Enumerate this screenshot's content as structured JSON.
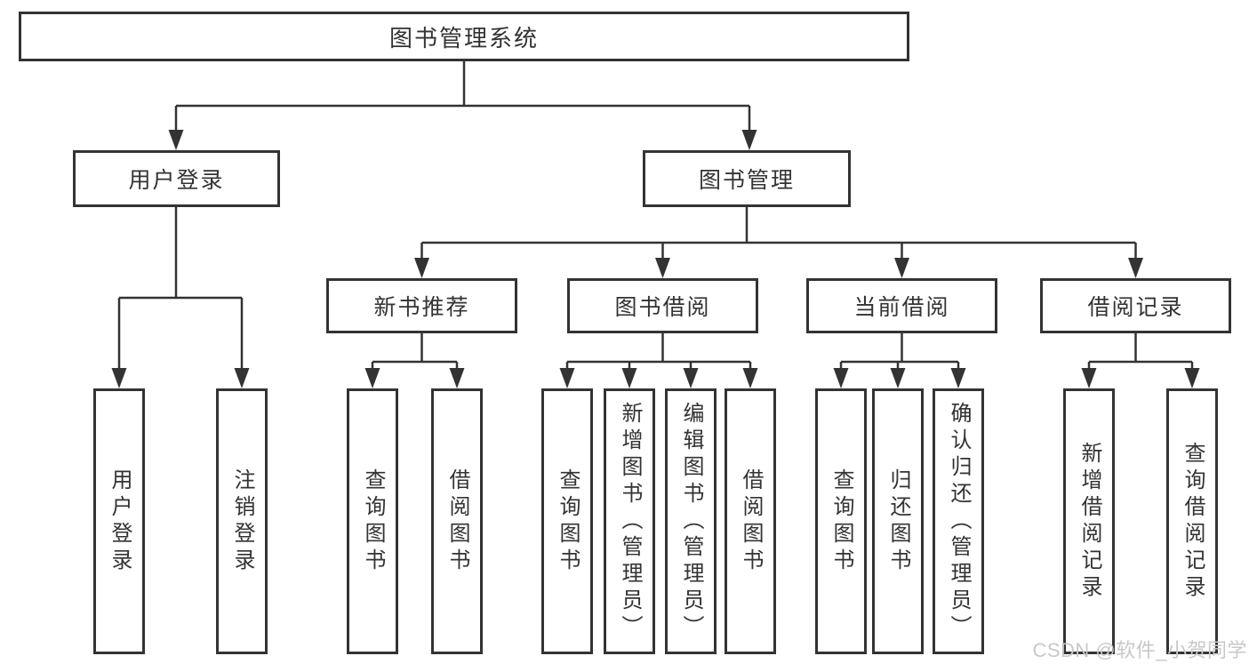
{
  "diagram": {
    "type": "hierarchy-structure-chart",
    "root": {
      "label": "图书管理系统"
    },
    "level2": {
      "user_login": {
        "label": "用户登录"
      },
      "book_mgmt": {
        "label": "图书管理"
      }
    },
    "level3": {
      "new_book_rec": {
        "label": "新书推荐"
      },
      "book_borrow": {
        "label": "图书借阅"
      },
      "current_borrow": {
        "label": "当前借阅"
      },
      "borrow_record": {
        "label": "借阅记录"
      }
    },
    "leaves": {
      "user_login_leaf": {
        "label": "用户登录",
        "parent": "用户登录"
      },
      "logout_leaf": {
        "label": "注销登录",
        "parent": "用户登录"
      },
      "query_book_rec": {
        "label": "查询图书",
        "parent": "新书推荐"
      },
      "borrow_book_rec": {
        "label": "借阅图书",
        "parent": "新书推荐"
      },
      "query_book_borrow": {
        "label": "查询图书",
        "parent": "图书借阅"
      },
      "add_book": {
        "label": "新增图书（管理员）",
        "parent": "图书借阅"
      },
      "edit_book": {
        "label": "编辑图书（管理员）",
        "parent": "图书借阅"
      },
      "borrow_book": {
        "label": "借阅图书",
        "parent": "图书借阅"
      },
      "query_book_current": {
        "label": "查询图书",
        "parent": "当前借阅"
      },
      "return_book": {
        "label": "归还图书",
        "parent": "当前借阅"
      },
      "confirm_return": {
        "label": "确认归还（管理员）",
        "parent": "当前借阅"
      },
      "add_borrow_record": {
        "label": "新增借阅记录",
        "parent": "借阅记录"
      },
      "query_borrow_record": {
        "label": "查询借阅记录",
        "parent": "借阅记录"
      }
    }
  },
  "watermark": {
    "text": "CSDN @软件_小贺同学"
  },
  "colors": {
    "line": "#333333",
    "box_border": "#333333",
    "text": "#333333",
    "watermark": "#c8c8c8",
    "background": "#ffffff"
  }
}
